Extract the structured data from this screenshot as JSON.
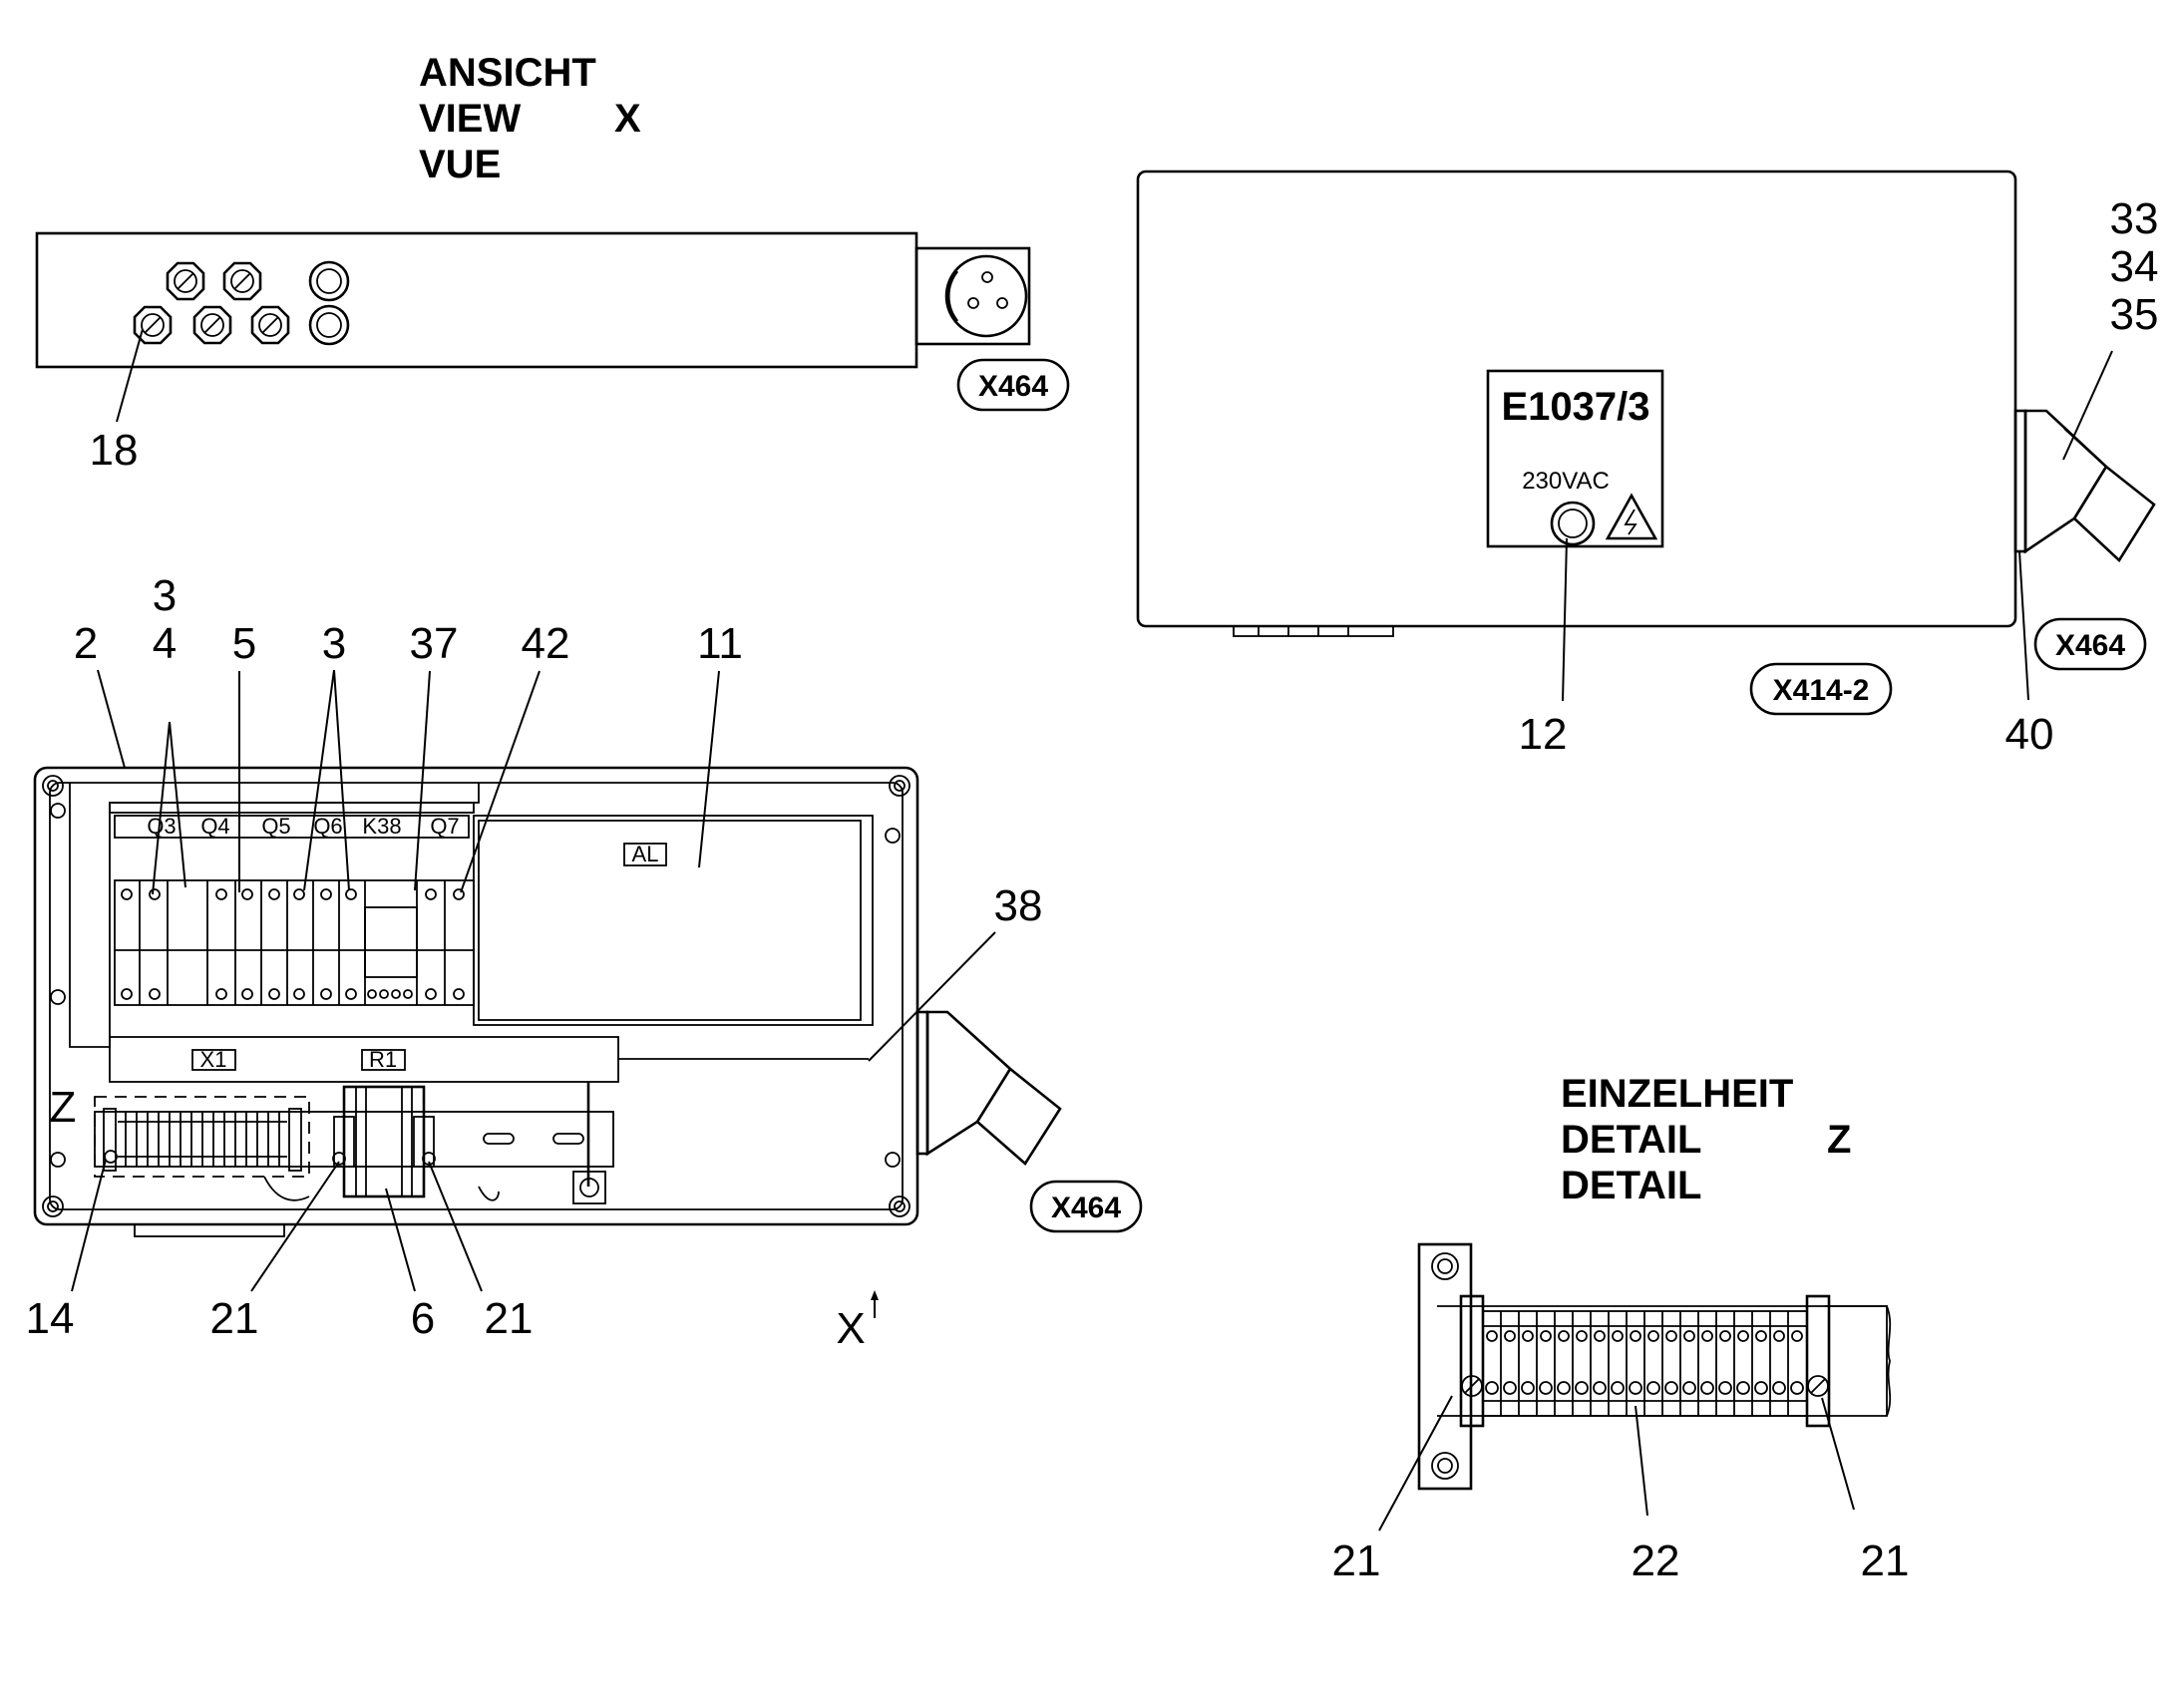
{
  "view_x": {
    "heading": [
      "ANSICHT",
      "VIEW",
      "VUE"
    ],
    "letter": "X",
    "connector_tag": "X464",
    "callout_18": "18"
  },
  "front_view": {
    "plate_title": "E1037/3",
    "plate_voltage": "230VAC",
    "tag_x414": "X414-2",
    "tag_x464": "X464",
    "callouts": {
      "c12": "12",
      "c33": "33",
      "c34": "34",
      "c35": "35",
      "c40": "40"
    }
  },
  "panel_view": {
    "device_labels": [
      "Q3",
      "Q4",
      "Q5",
      "Q6",
      "K38",
      "Q7"
    ],
    "label_al": "AL",
    "label_x1": "X1",
    "label_r1": "R1",
    "label_z": "Z",
    "tag_x464": "X464",
    "view_arrow_letter": "X",
    "callouts": {
      "c3a": "3",
      "c4": "4",
      "c2": "2",
      "c5": "5",
      "c3b": "3",
      "c37": "37",
      "c42": "42",
      "c11": "11",
      "c38": "38",
      "c14": "14",
      "c21a": "21",
      "c6": "6",
      "c21b": "21"
    }
  },
  "detail_z": {
    "heading": [
      "EINZELHEIT",
      "DETAIL",
      "DETAIL"
    ],
    "letter": "Z",
    "callouts": {
      "c21a": "21",
      "c22": "22",
      "c21b": "21"
    }
  }
}
